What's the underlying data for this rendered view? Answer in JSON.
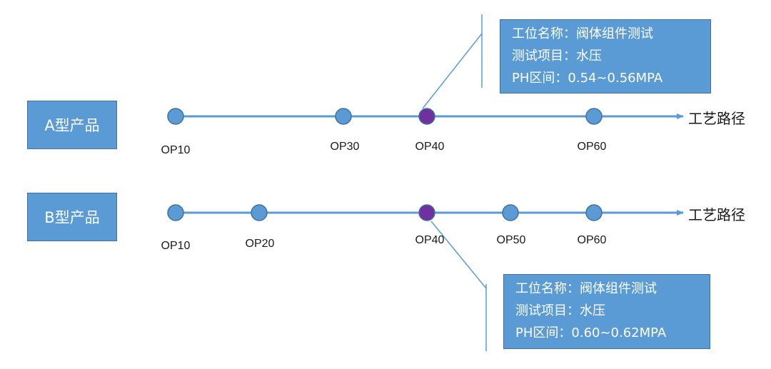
{
  "rows": [
    {
      "product": "A型产品",
      "route_label": "工艺路径",
      "stations": [
        {
          "label": "OP10",
          "highlighted": false
        },
        {
          "label": "OP30",
          "highlighted": false
        },
        {
          "label": "OP40",
          "highlighted": true
        },
        {
          "label": "OP60",
          "highlighted": false
        }
      ],
      "callout": {
        "line1": "工位名称：阀体组件测试",
        "line2": "测试项目：水压",
        "line3": "PH区间：0.54~0.56MPA"
      }
    },
    {
      "product": "B型产品",
      "route_label": "工艺路径",
      "stations": [
        {
          "label": "OP10",
          "highlighted": false
        },
        {
          "label": "OP20",
          "highlighted": false
        },
        {
          "label": "OP40",
          "highlighted": true
        },
        {
          "label": "OP50",
          "highlighted": false
        },
        {
          "label": "OP60",
          "highlighted": false
        }
      ],
      "callout": {
        "line1": "工位名称：阀体组件测试",
        "line2": "测试项目：水压",
        "line3": "PH区间：0.60~0.62MPA"
      }
    }
  ],
  "colors": {
    "box_fill": "#5b9bd5",
    "box_border": "#41719c",
    "line": "#5b9bd5",
    "node_fill": "#5b9bd5",
    "node_border": "#41719c",
    "highlight_fill": "#7030a0",
    "highlight_border": "#41719c",
    "text": "#1a1a1a"
  }
}
